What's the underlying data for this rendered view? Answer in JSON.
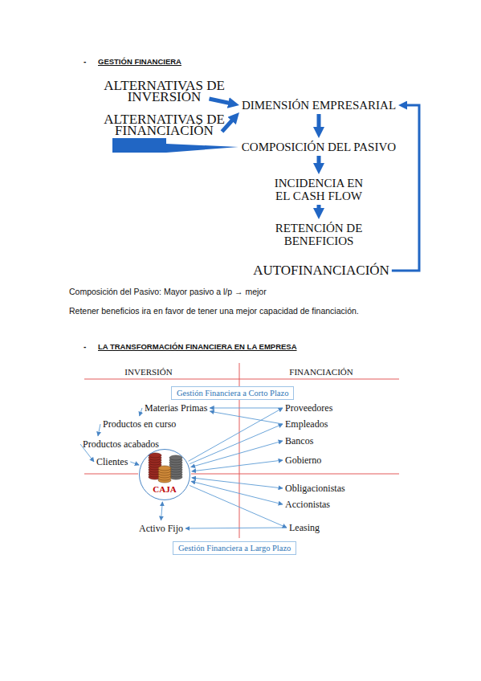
{
  "diagram": {
    "title": "GESTIÓN FINANCIERA",
    "nodes": [
      {
        "text": [
          "ALTERNATIVAS DE INVERSIÓN"
        ]
      },
      {
        "text": [
          "ALTERNATIVAS DE FINANCIACIÓN"
        ]
      },
      {
        "text": [
          "DIMENSIÓN EMPRESARIAL"
        ]
      },
      {
        "text": [
          "COMPOSICIÓN DEL PASIVO"
        ]
      },
      {
        "text": [
          "INCIDENCIA EN EL CASH FLOW"
        ]
      },
      {
        "text": [
          "RETENCIÓN DE BENEFICIOS"
        ]
      },
      {
        "text": [
          "AUTOFINANCIACIÓN"
        ]
      },
      {
        "text": [
          "Gestión Financiera a Corto Plazo"
        ]
      },
      {
        "text": [
          "Materias Primas"
        ]
      },
      {
        "text": [
          "Proveedores"
        ]
      },
      {
        "text": [
          "Productos en curso"
        ]
      },
      {
        "text": [
          "Empleados"
        ]
      },
      {
        "text": [
          "Productos acabados"
        ]
      },
      {
        "text": [
          "Bancos"
        ]
      },
      {
        "text": [
          "Clientes"
        ]
      },
      {
        "text": [
          "CAJA"
        ]
      },
      {
        "text": [
          "Gobierno"
        ]
      },
      {
        "text": [
          "Obligacionistas"
        ]
      },
      {
        "text": [
          "Accionistas"
        ]
      },
      {
        "text": [
          "Activo Fijo"
        ]
      },
      {
        "text": [
          "Leasing"
        ]
      },
      {
        "text": [
          "Gestión Financiera a Largo Plazo"
        ]
      }
    ],
    "edges": [
      {
        "from": 0,
        "to": 2,
        "arrow": "to"
      },
      {
        "from": 1,
        "to": 2,
        "arrow": "to"
      },
      {
        "from": 1,
        "to": 3,
        "arrow": "to"
      },
      {
        "from": 2,
        "to": 3,
        "arrow": "to"
      },
      {
        "from": 3,
        "to": 4,
        "arrow": "to"
      },
      {
        "from": 4,
        "to": 5,
        "arrow": "to"
      },
      {
        "from": 6,
        "to": 2,
        "arrow": "to"
      },
      {
        "from": 8,
        "to": 10,
        "arrow": "to"
      },
      {
        "from": 10,
        "to": 12,
        "arrow": "to"
      },
      {
        "from": 12,
        "to": 14,
        "arrow": "to"
      },
      {
        "from": 14,
        "to": 15,
        "arrow": "to"
      },
      {
        "from": 9,
        "to": 8,
        "arrow": "to"
      },
      {
        "from": 11,
        "to": 8,
        "arrow": "to"
      },
      {
        "from": 15,
        "to": 9,
        "arrow": "to"
      },
      {
        "from": 15,
        "to": 11,
        "arrow": "to"
      },
      {
        "from": 13,
        "to": 15,
        "arrow": "both"
      },
      {
        "from": 16,
        "to": 15,
        "arrow": "both"
      },
      {
        "from": 17,
        "to": 15,
        "arrow": "both"
      },
      {
        "from": 18,
        "to": 15,
        "arrow": "both"
      },
      {
        "from": 15,
        "to": 19,
        "arrow": "both"
      },
      {
        "from": 20,
        "to": 19,
        "arrow": "to"
      },
      {
        "from": 15,
        "to": 20,
        "arrow": "to"
      }
    ],
    "labels": [
      "-",
      "Composición del Pasivo: Mayor pasivo a l/p → mejor",
      "Retener beneficios ira en favor de tener una mejor capacidad de financiación.",
      "-",
      "LA TRANSFORMACIÓN FINANCIERA EN LA EMPRESA",
      "INVERSIÓN",
      "FINANCIACIÓN"
    ]
  }
}
